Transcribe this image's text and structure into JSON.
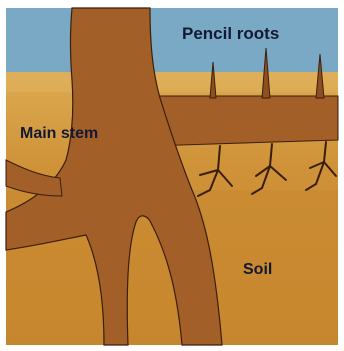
{
  "labels": {
    "pencil_roots": "Pencil roots",
    "main_stem": "Main stem",
    "soil": "Soil"
  },
  "colors": {
    "sky": "#7aa9c5",
    "soil_light": "#d8a348",
    "soil_mid": "#c98b33",
    "soil_dark": "#b77a2c",
    "root": "#a35f28",
    "outline": "#3a1e0c",
    "border": "#e3e3e3"
  }
}
